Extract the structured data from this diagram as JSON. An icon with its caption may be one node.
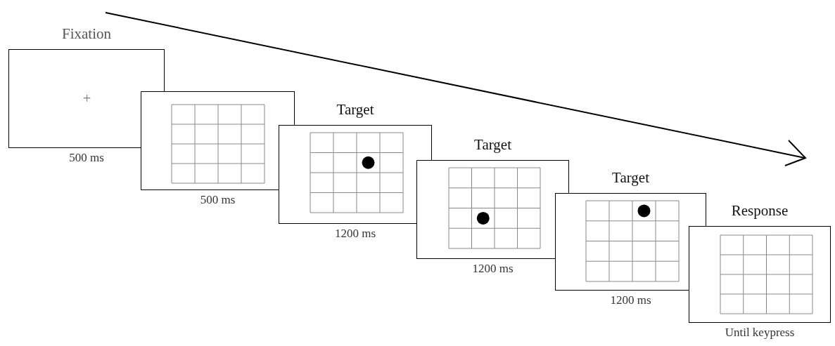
{
  "diagram": {
    "nodes": [
      {
        "text": [
          "Fixation",
          "+"
        ],
        "beside": [
          "500 ms"
        ]
      },
      {
        "text": [],
        "shape": "box",
        "beside": [
          "500 ms"
        ]
      },
      {
        "text": [
          "Target"
        ],
        "beside": [
          "1200 ms"
        ]
      },
      {
        "text": [
          "Target"
        ],
        "beside": [
          "1200 ms"
        ]
      },
      {
        "text": [
          "Target"
        ],
        "beside": [
          "1200 ms"
        ]
      },
      {
        "text": [
          "Response"
        ],
        "beside": [
          "Until keypress"
        ]
      }
    ],
    "edges": []
  }
}
